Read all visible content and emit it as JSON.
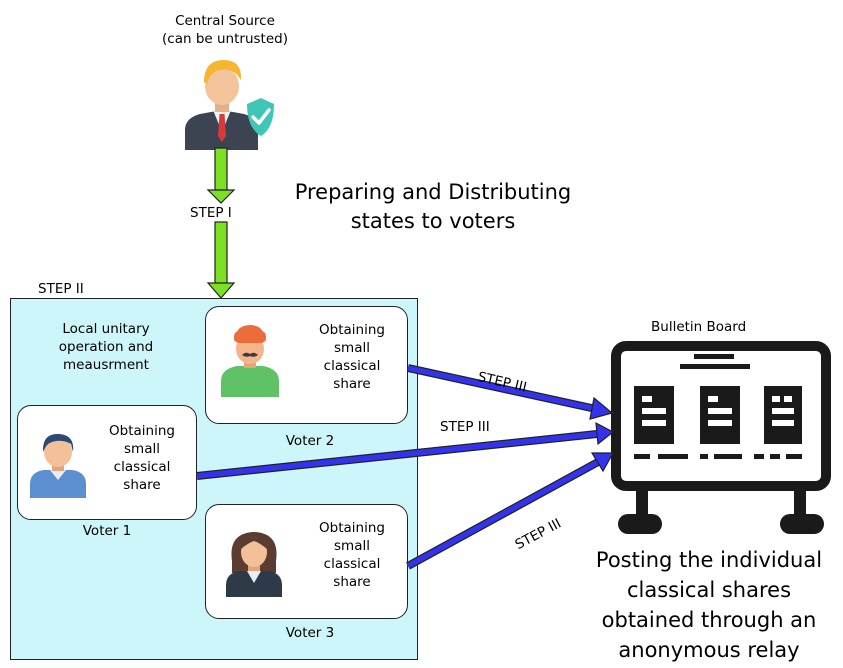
{
  "source": {
    "title_line1": "Central Source",
    "title_line2": "(can be untrusted)"
  },
  "step1": {
    "label": "STEP I",
    "description_line1": "Preparing and Distributing",
    "description_line2": "states to voters"
  },
  "step2": {
    "label": "STEP II",
    "description_line1": "Local unitary",
    "description_line2": "operation and",
    "description_line3": "meausrment"
  },
  "voters": [
    {
      "name": "Voter 1",
      "line1": "Obtaining",
      "line2": "small",
      "line3": "classical",
      "line4": "share"
    },
    {
      "name": "Voter 2",
      "line1": "Obtaining",
      "line2": "small",
      "line3": "classical",
      "line4": "share"
    },
    {
      "name": "Voter 3",
      "line1": "Obtaining",
      "line2": "small",
      "line3": "classical",
      "line4": "share"
    }
  ],
  "step3": {
    "label": "STEP III"
  },
  "board": {
    "title": "Bulletin Board",
    "caption_line1": "Posting the individual",
    "caption_line2": "classical shares",
    "caption_line3": "obtained through an",
    "caption_line4": "anonymous relay"
  },
  "colors": {
    "region_fill": "#cdf6fb",
    "step1_arrow": "#7ce025",
    "step3_arrow": "#3333ee"
  }
}
